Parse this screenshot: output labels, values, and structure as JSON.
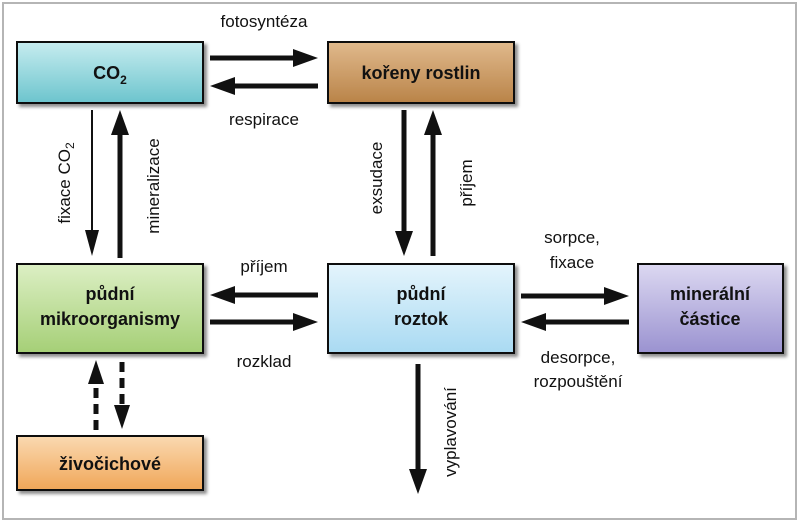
{
  "nodes": {
    "co2": {
      "label": "CO",
      "sub": "2",
      "color": "#7fcfd6"
    },
    "roots": {
      "label": "kořeny rostlin",
      "color": "#c9965d"
    },
    "microbes": {
      "line1": "půdní",
      "line2": "mikroorganismy",
      "color": "#b5d98a"
    },
    "solution": {
      "line1": "půdní",
      "line2": "roztok",
      "color": "#bde3f5"
    },
    "minerals": {
      "line1": "minerální",
      "line2": "částice",
      "color": "#aca5d8"
    },
    "animals": {
      "label": "živočichové",
      "color": "#f2b06b"
    }
  },
  "edges": {
    "photosynthesis": "fotosyntéza",
    "respiration": "respirace",
    "fixation_co2": {
      "text": "fixace CO",
      "sub": "2"
    },
    "mineralization": "mineralizace",
    "exudation": "exsudace",
    "uptake_roots": "příjem",
    "uptake_microbes": "příjem",
    "decomposition": "rozklad",
    "sorption_line1": "sorpce,",
    "sorption_line2": "fixace",
    "desorption_line1": "desorpce,",
    "desorption_line2": "rozpouštění",
    "leaching": "vyplavování"
  }
}
